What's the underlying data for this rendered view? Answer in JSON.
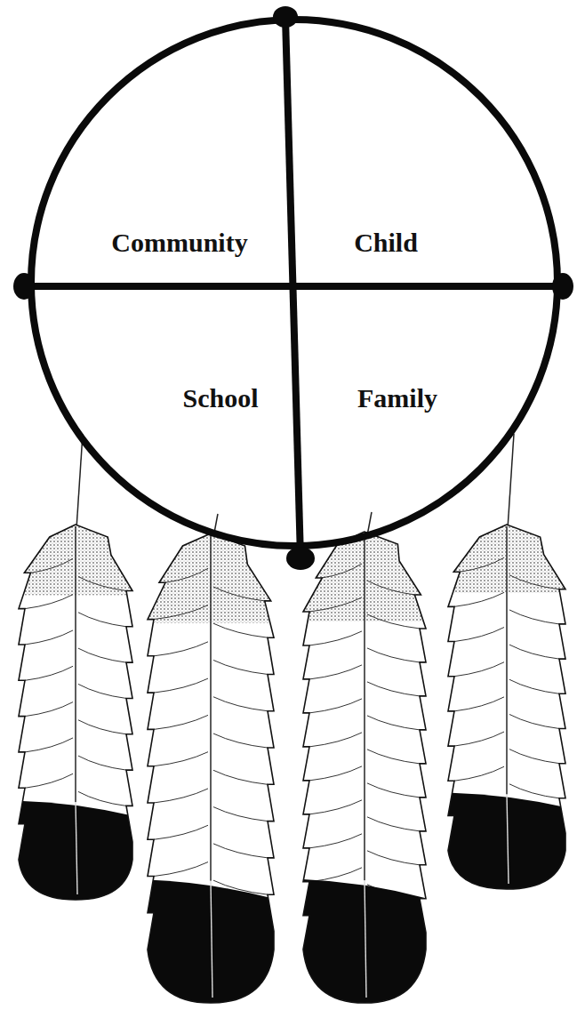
{
  "diagram": {
    "nodes": [
      {
        "text": [
          "Community"
        ]
      },
      {
        "text": [
          "Child"
        ]
      },
      {
        "text": [
          "School"
        ]
      },
      {
        "text": [
          "Family"
        ]
      }
    ]
  }
}
